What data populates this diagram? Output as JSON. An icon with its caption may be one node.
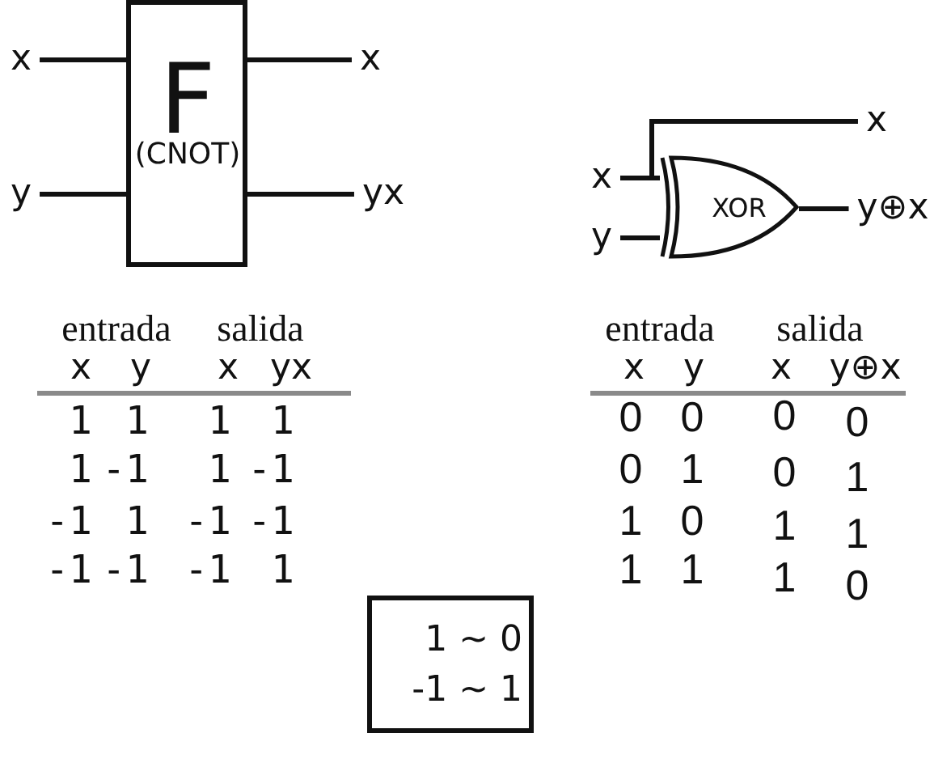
{
  "diagram": {
    "nodes": [
      {
        "text": [
          "F",
          "(CNOT)"
        ]
      },
      {
        "text": [
          "x"
        ]
      },
      {
        "text": [
          "y"
        ]
      },
      {
        "text": [
          "x"
        ]
      },
      {
        "text": [
          "yx"
        ]
      },
      {
        "text": [
          "XOR"
        ]
      },
      {
        "text": [
          "x"
        ]
      },
      {
        "text": [
          "y"
        ]
      },
      {
        "text": [
          "x"
        ]
      },
      {
        "text": [
          "y⊕x"
        ]
      },
      {
        "text": [
          "1 ~ 0",
          "-1 ~ 1"
        ]
      }
    ],
    "edges": [
      {
        "from": 1,
        "to": 0,
        "arrow": "none"
      },
      {
        "from": 2,
        "to": 0,
        "arrow": "none"
      },
      {
        "from": 0,
        "to": 3,
        "arrow": "none"
      },
      {
        "from": 0,
        "to": 4,
        "arrow": "none"
      },
      {
        "from": 6,
        "to": 5,
        "arrow": "none"
      },
      {
        "from": 6,
        "to": 8,
        "arrow": "none"
      },
      {
        "from": 7,
        "to": 5,
        "arrow": "none"
      },
      {
        "from": 5,
        "to": 9,
        "arrow": "none"
      }
    ],
    "labels": [
      "entrada",
      "salida",
      "x",
      "y",
      "x",
      "yx",
      "1",
      "1",
      "1",
      "1",
      "1",
      "-1",
      "1",
      "-1",
      "-1",
      "1",
      "-1",
      "-1",
      "-1",
      "-1",
      "-1",
      "1",
      "entrada",
      "salida",
      "x",
      "y",
      "x",
      "y⊕x",
      "0",
      "0",
      "0",
      "0",
      "0",
      "1",
      "0",
      "1",
      "1",
      "0",
      "1",
      "1",
      "1",
      "1",
      "1",
      "0"
    ]
  }
}
